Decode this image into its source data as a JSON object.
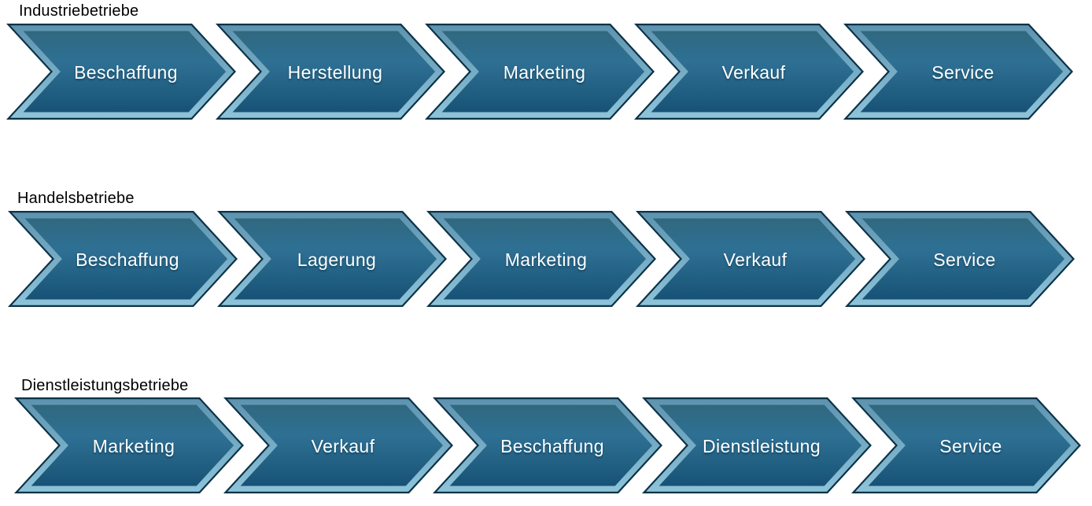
{
  "diagram": {
    "rows": [
      {
        "title": "Industriebetriebe",
        "steps": [
          "Beschaffung",
          "Herstellung",
          "Marketing",
          "Verkauf",
          "Service"
        ]
      },
      {
        "title": "Handelsbetriebe",
        "steps": [
          "Beschaffung",
          "Lagerung",
          "Marketing",
          "Verkauf",
          "Service"
        ]
      },
      {
        "title": "Dienstleistungsbetriebe",
        "steps": [
          "Marketing",
          "Verkauf",
          "Beschaffung",
          "Dienstleistung",
          "Service"
        ]
      }
    ],
    "colors": {
      "face_top": "#30687F",
      "face_mid": "#2E7094",
      "face_low": "#226083",
      "face_bottom": "#175276",
      "bevel_top": "#5D93AE",
      "bevel_bottom": "#8EC4DA",
      "outline": "#0C3248",
      "step_text": "#FFFFFF",
      "title_text": "#000000",
      "background": "#FFFFFF"
    }
  }
}
